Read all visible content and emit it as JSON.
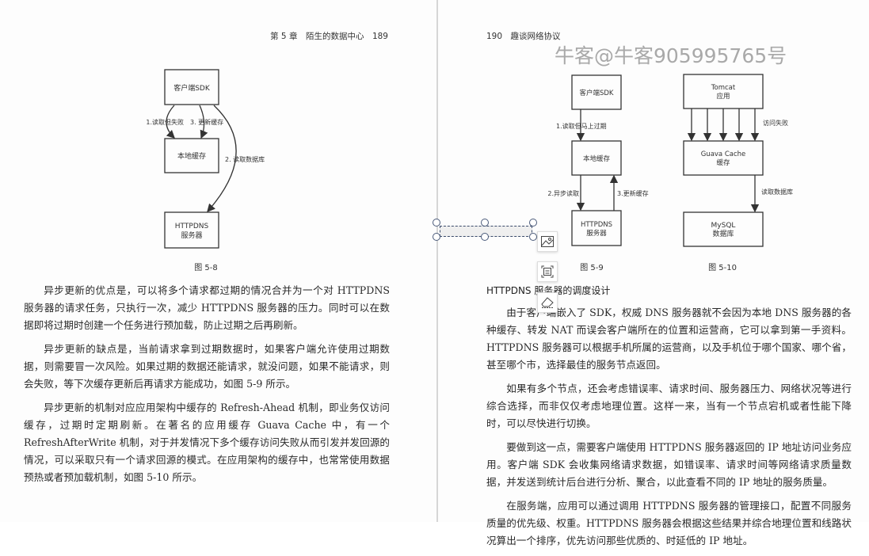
{
  "left_page": {
    "header": "第 5 章　陌生的数据中心　189",
    "figure": {
      "caption": "图 5-8",
      "nodes": [
        "客户端SDK",
        "本地缓存",
        "HTTPDNS",
        "服务器"
      ],
      "edges": [
        "1.读取但失败",
        "3. 更新缓存",
        "2. 读取数据库"
      ]
    },
    "paragraphs": [
      "异步更新的优点是，可以将多个请求都过期的情况合并为一个对 HTTPDNS 服务器的请求任务，只执行一次，减少 HTTPDNS 服务器的压力。同时可以在数据即将过期时创建一个任务进行预加载，防止过期之后再刷新。",
      "异步更新的缺点是，当前请求拿到过期数据时，如果客户端允许使用过期数据，则需要冒一次风险。如果过期的数据还能请求，就没问题，如果不能请求，则会失败，等下次缓存更新后再请求方能成功，如图 5-9 所示。",
      "异步更新的机制对应应用架构中缓存的 Refresh-Ahead 机制，即业务仅访问缓存，过期时定期刷新。在著名的应用缓存 Guava Cache 中，有一个 RefreshAfterWrite 机制，对于并发情况下多个缓存访问失败从而引发并发回源的情况，可以采取只有一个请求回源的模式。在应用架构的缓存中，也常常使用数据预热或者预加载机制，如图 5-10 所示。"
    ]
  },
  "right_page": {
    "header": "190　趣谈网络协议",
    "figure_59": {
      "caption": "图 5-9",
      "nodes": [
        "客户端SDK",
        "本地缓存",
        "HTTPDNS",
        "服务器"
      ],
      "edges": [
        "1.读取但马上过期",
        "2.异步读取",
        "3.更新缓存"
      ]
    },
    "figure_510": {
      "caption": "图 5-10",
      "nodes": [
        "Tomcat",
        "应用",
        "Guava Cache",
        "缓存",
        "MySQL",
        "数据库"
      ],
      "edges": [
        "访问失败",
        "读取数据库"
      ]
    },
    "section_title": "HTTPDNS 服务器的调度设计",
    "paragraphs": [
      "由于客户端嵌入了 SDK，权威 DNS 服务器就不会因为本地 DNS 服务器的各种缓存、转发 NAT 而误会客户端所在的位置和运营商，它可以拿到第一手资料。HTTPDNS 服务器可以根据手机所属的运营商，以及手机位于哪个国家、哪个省，甚至哪个市，选择最佳的服务节点返回。",
      "如果有多个节点，还会考虑错误率、请求时间、服务器压力、网络状况等进行综合选择，而非仅仅考虑地理位置。这样一来，当有一个节点宕机或者性能下降时，可以尽快进行切换。",
      "要做到这一点，需要客户端使用 HTTPDNS 服务器返回的 IP 地址访问业务应用。客户端 SDK 会收集网络请求数据，如错误率、请求时间等网络请求质量数据，并发送到统计后台进行分析、聚合，以此查看不同的 IP 地址的服务质量。",
      "在服务端，应用可以通过调用 HTTPDNS 服务器的管理接口，配置不同服务质量的优先级、权重。HTTPDNS 服务器会根据这些结果并综合地理位置和线路状况算出一个排序，优先访问那些优质的、时延低的 IP 地址。"
    ]
  },
  "toolbar": {
    "icons": [
      "image-icon",
      "text-recognition-icon",
      "eraser-icon"
    ]
  },
  "watermark": "牛客@牛客905995765号"
}
